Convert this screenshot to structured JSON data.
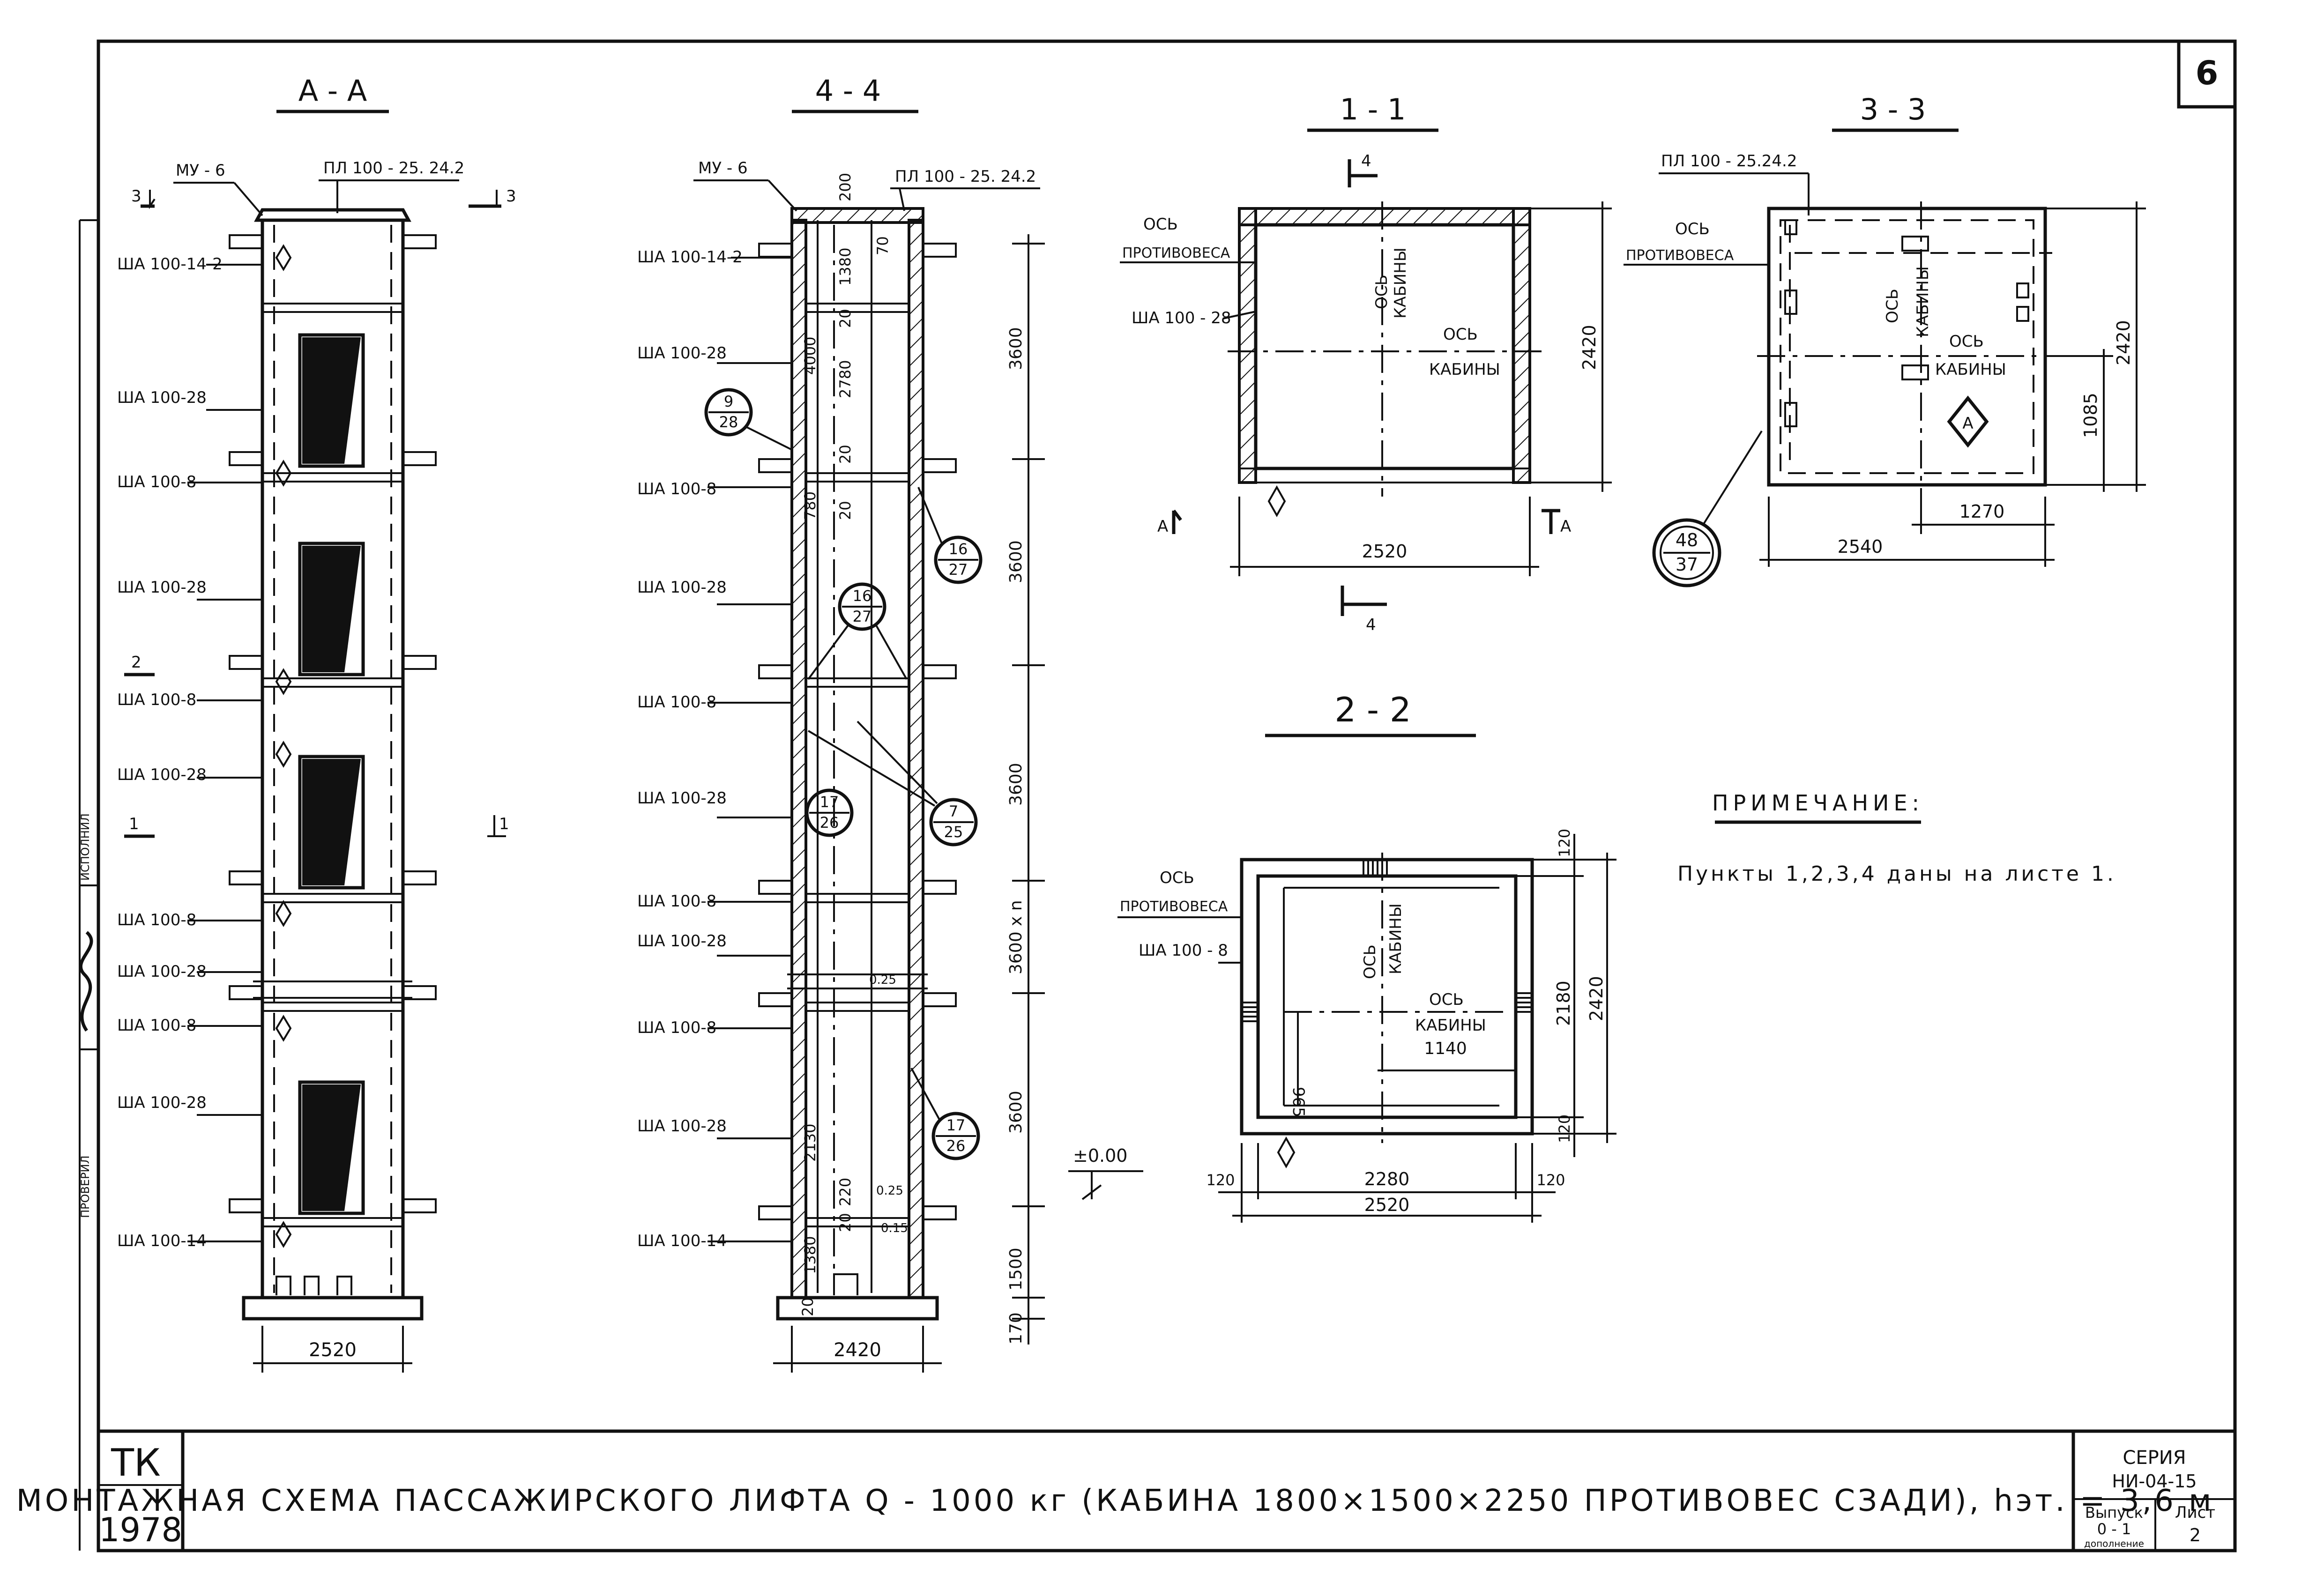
{
  "sheet": {
    "number": "6"
  },
  "sections": {
    "aa": {
      "title": "А - А",
      "top_label": "МУ - 6",
      "top_right_label": "ПЛ 100 - 25. 24.2",
      "cut_left": "3",
      "cut_right": "3",
      "cut2": "2",
      "cut1_left": "1",
      "cut1_right": "1",
      "side_labels": [
        "ША 100-14-2",
        "ША 100-28",
        "ША 100-8",
        "ША 100-28",
        "ША 100-8",
        "ША 100-28",
        "ША 100-8",
        "ША 100-28",
        "ША 100-8",
        "ША 100-28",
        "ША 100-14"
      ],
      "dim_bottom": "2520"
    },
    "s44": {
      "title": "4 - 4",
      "top_label": "МУ - 6",
      "top_right_label": "ПЛ 100 - 25. 24.2",
      "side_labels": [
        "ША 100-14-2",
        "ША 100-28",
        "ША 100-8",
        "ША 100-28",
        "ША 100-8",
        "ША 100-28",
        "ША 100-8",
        "ША 100-28",
        "ША 100-8",
        "ША 100-28",
        "ША 100-14"
      ],
      "inner_dims": [
        "200",
        "70",
        "1380",
        "4000",
        "20",
        "2780",
        "20",
        "780",
        "20",
        "2130",
        "220",
        "20",
        "1380",
        "20",
        "0.25",
        "0.15",
        "0.25"
      ],
      "right_dims": [
        "3600",
        "3600",
        "3600",
        "3600 х n",
        "3600",
        "1500",
        "170"
      ],
      "level": "±0.00",
      "dim_bottom": "2420",
      "callouts": [
        {
          "top": "9",
          "bottom": "28"
        },
        {
          "top": "16",
          "bottom": "27"
        },
        {
          "top": "16",
          "bottom": "27"
        },
        {
          "top": "17",
          "bottom": "26"
        },
        {
          "top": "7",
          "bottom": "25"
        },
        {
          "top": "17",
          "bottom": "26"
        }
      ]
    },
    "s11": {
      "title": "1 - 1",
      "cut_mark": "4",
      "cut_mark_bottom": "4",
      "axis_cwt": [
        "ОСЬ",
        "ПРОТИВОВЕСА"
      ],
      "axis_cab_v": [
        "ОСЬ",
        "КАБИНЫ"
      ],
      "axis_cab_h": [
        "ОСЬ",
        "КАБИНЫ"
      ],
      "side_label": "ША 100 - 28",
      "cut_a_left": "А",
      "cut_a_right": "А",
      "dim_right": "2420",
      "dim_bottom": "2520"
    },
    "s33": {
      "title": "3 - 3",
      "top_label": "ПЛ 100 - 25.24.2",
      "axis_cwt": [
        "ОСЬ",
        "ПРОТИВОВЕСА"
      ],
      "axis_cab_v": [
        "ОСЬ",
        "КАБИНЫ"
      ],
      "axis_cab_h": [
        "ОСЬ",
        "КАБИНЫ"
      ],
      "callout": {
        "top": "48",
        "bottom": "37"
      },
      "marker": "А",
      "dim_right_outer": "2420",
      "dim_right_inner": "1085",
      "dim_bottom_right": "1270",
      "dim_bottom": "2540"
    },
    "s22": {
      "title": "2 - 2",
      "axis_cwt": [
        "ОСЬ",
        "ПРОТИВОВЕСА"
      ],
      "side_label": "ША 100 - 8",
      "axis_cab_v": [
        "ОСЬ",
        "КАБИНЫ"
      ],
      "axis_cab_h": [
        "ОСЬ",
        "КАБИНЫ"
      ],
      "dim_cab": "1140",
      "dim_left_inner": "965",
      "dim_right": [
        "120",
        "2180",
        "120"
      ],
      "dim_right_total": "2420",
      "dim_bottom": [
        "120",
        "2280",
        "120"
      ],
      "dim_bottom_total": "2520"
    }
  },
  "note": {
    "title": "ПРИМЕЧАНИЕ:",
    "text": "Пункты 1,2,3,4 даны на листе 1."
  },
  "left_margin": {
    "labels": [
      "ПРОВЕРИЛ",
      "ИСПОЛНИЛ"
    ]
  },
  "title_block": {
    "org_top": "ТК",
    "org_bottom": "1978",
    "title": "МОНТАЖНАЯ   СХЕМА    ПАССАЖИРСКОГО    ЛИФТА   Q - 1000 кг   (КАБИНА 1800×1500×2250  ПРОТИВОВЕС  СЗАДИ),  hэт. = 3,6 м",
    "series_label": "СЕРИЯ",
    "series_value": "НИ-04-15",
    "issue_label": "Выпуск",
    "issue_value": "0 - 1",
    "issue_sub": "дополнение",
    "sheet_label": "Лист",
    "sheet_value": "2"
  }
}
